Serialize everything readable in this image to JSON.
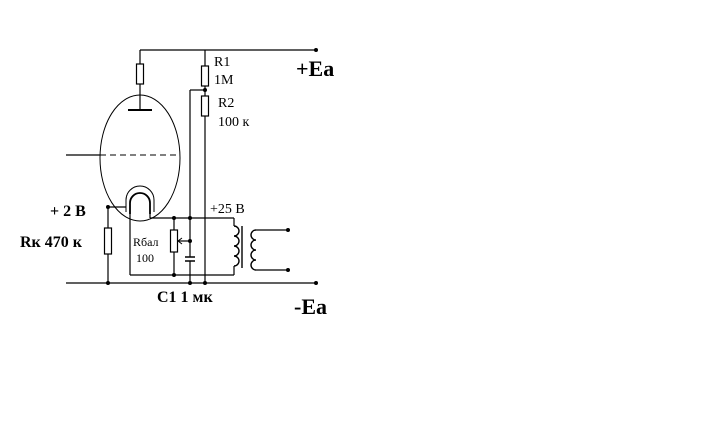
{
  "labels": {
    "plus_ea": "+Ea",
    "minus_ea": "-Ea",
    "r1": "R1",
    "r1_value": "1M",
    "r2": "R2",
    "r2_value": "100 к",
    "plus_2v": "+ 2 В",
    "rk": "Rк 470 к",
    "rbal": "Rбал",
    "rbal_value": "100",
    "plus_25v": "+25 В",
    "c1": "C1 1 мк"
  }
}
